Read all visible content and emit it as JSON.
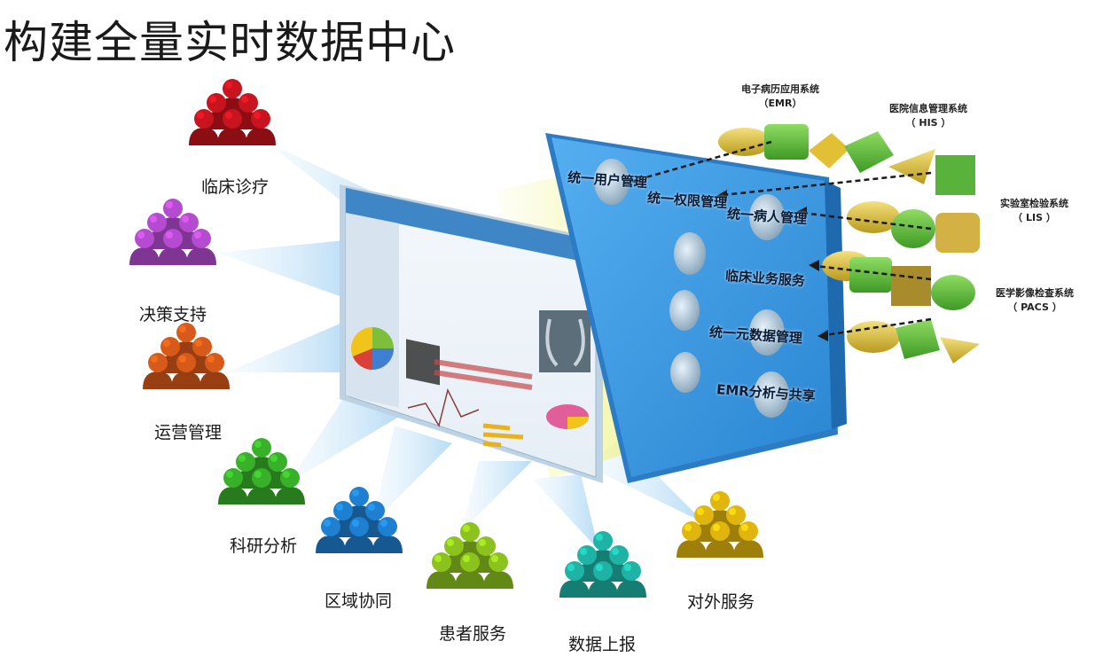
{
  "title": "构建全量实时数据中心",
  "user_groups": [
    {
      "label": "临床诊疗",
      "color": "#c8141e"
    },
    {
      "label": "决策支持",
      "color": "#b54bd0"
    },
    {
      "label": "运营管理",
      "color": "#d85a1a"
    },
    {
      "label": "科研分析",
      "color": "#39b02a"
    },
    {
      "label": "区域协同",
      "color": "#1f7fd0"
    },
    {
      "label": "患者服务",
      "color": "#8cc21e"
    },
    {
      "label": "数据上报",
      "color": "#1fb3a6"
    },
    {
      "label": "对外服务",
      "color": "#e0b60e"
    }
  ],
  "platform_services": [
    "统一用户管理",
    "统一权限管理",
    "统一病人管理",
    "临床业务服务",
    "统一元数据管理",
    "EMR分析与共享"
  ],
  "source_systems": [
    {
      "name": "电子病历应用系统",
      "code": "（EMR）"
    },
    {
      "name": "医院信息管理系统",
      "code": "（ HIS ）"
    },
    {
      "name": "实验室检验系统",
      "code": "（ LIS ）"
    },
    {
      "name": "医学影像检查系统",
      "code": "（ PACS ）"
    }
  ],
  "colors": {
    "panel_blue": "#3d9ae0",
    "beam_blue": "#bfe1f7",
    "beam_yellow": "#eef59a",
    "shape_yellow": "#e3c13c",
    "shape_green": "#62bf3c"
  }
}
